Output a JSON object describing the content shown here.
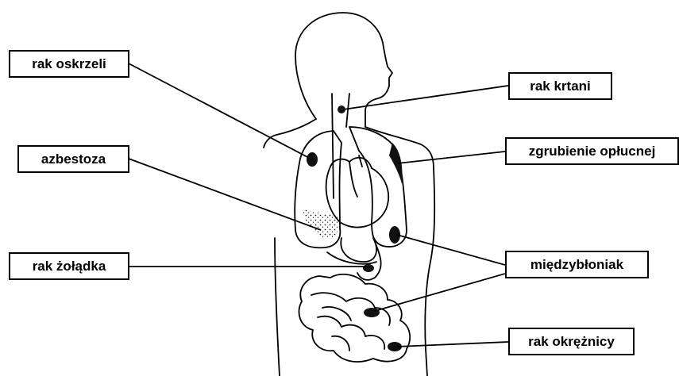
{
  "labels": {
    "rak_oskrzeli": "rak oskrzeli",
    "azbestoza": "azbestoza",
    "rak_zoladka": "rak żołądka",
    "rak_krtani": "rak krtani",
    "zgrubienie_oplucnej": "zgrubienie opłucnej",
    "miedzyblonak": "międzybłoniak",
    "rak_okreznicy": "rak okrężnicy"
  }
}
